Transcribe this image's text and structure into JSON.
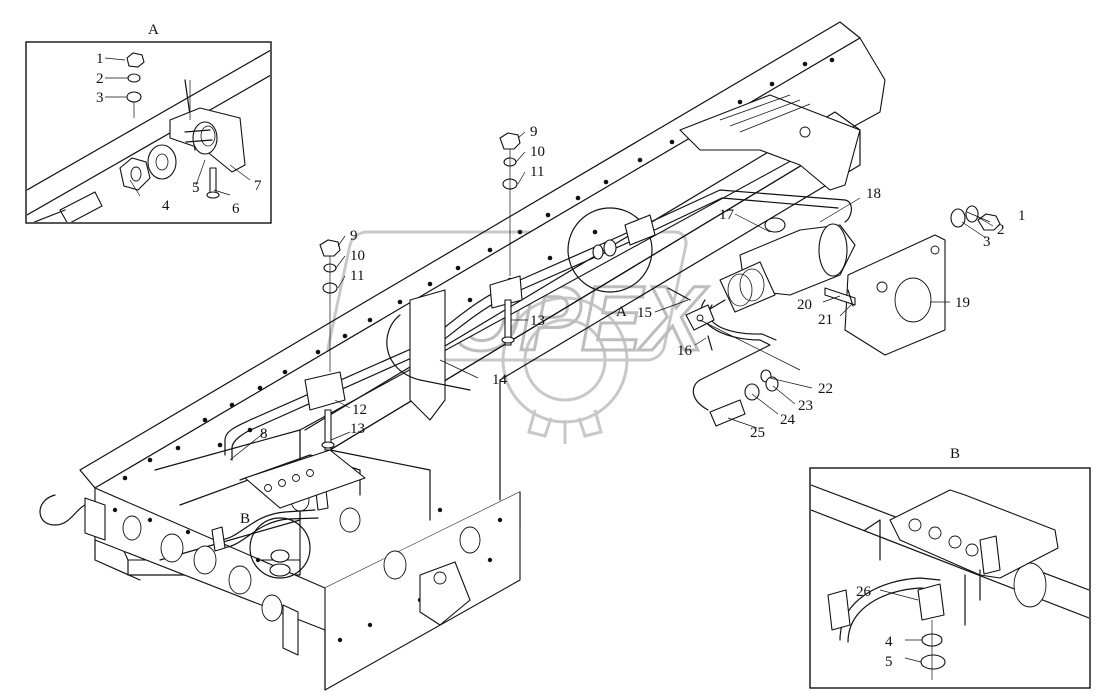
{
  "figure": {
    "inset_a": {
      "title": "A",
      "callouts": [
        "1",
        "2",
        "3",
        "4",
        "5",
        "6",
        "7"
      ]
    },
    "inset_b": {
      "title": "B",
      "callouts": [
        "26",
        "4",
        "5"
      ]
    },
    "main": {
      "section_labels": [
        "A",
        "B"
      ],
      "callouts": [
        "1",
        "2",
        "3",
        "8",
        "9",
        "10",
        "11",
        "9",
        "10",
        "11",
        "12",
        "13",
        "13",
        "14",
        "15",
        "16",
        "17",
        "18",
        "19",
        "20",
        "21",
        "22",
        "23",
        "24",
        "25"
      ]
    },
    "watermark": {
      "text": "OPEX"
    }
  }
}
